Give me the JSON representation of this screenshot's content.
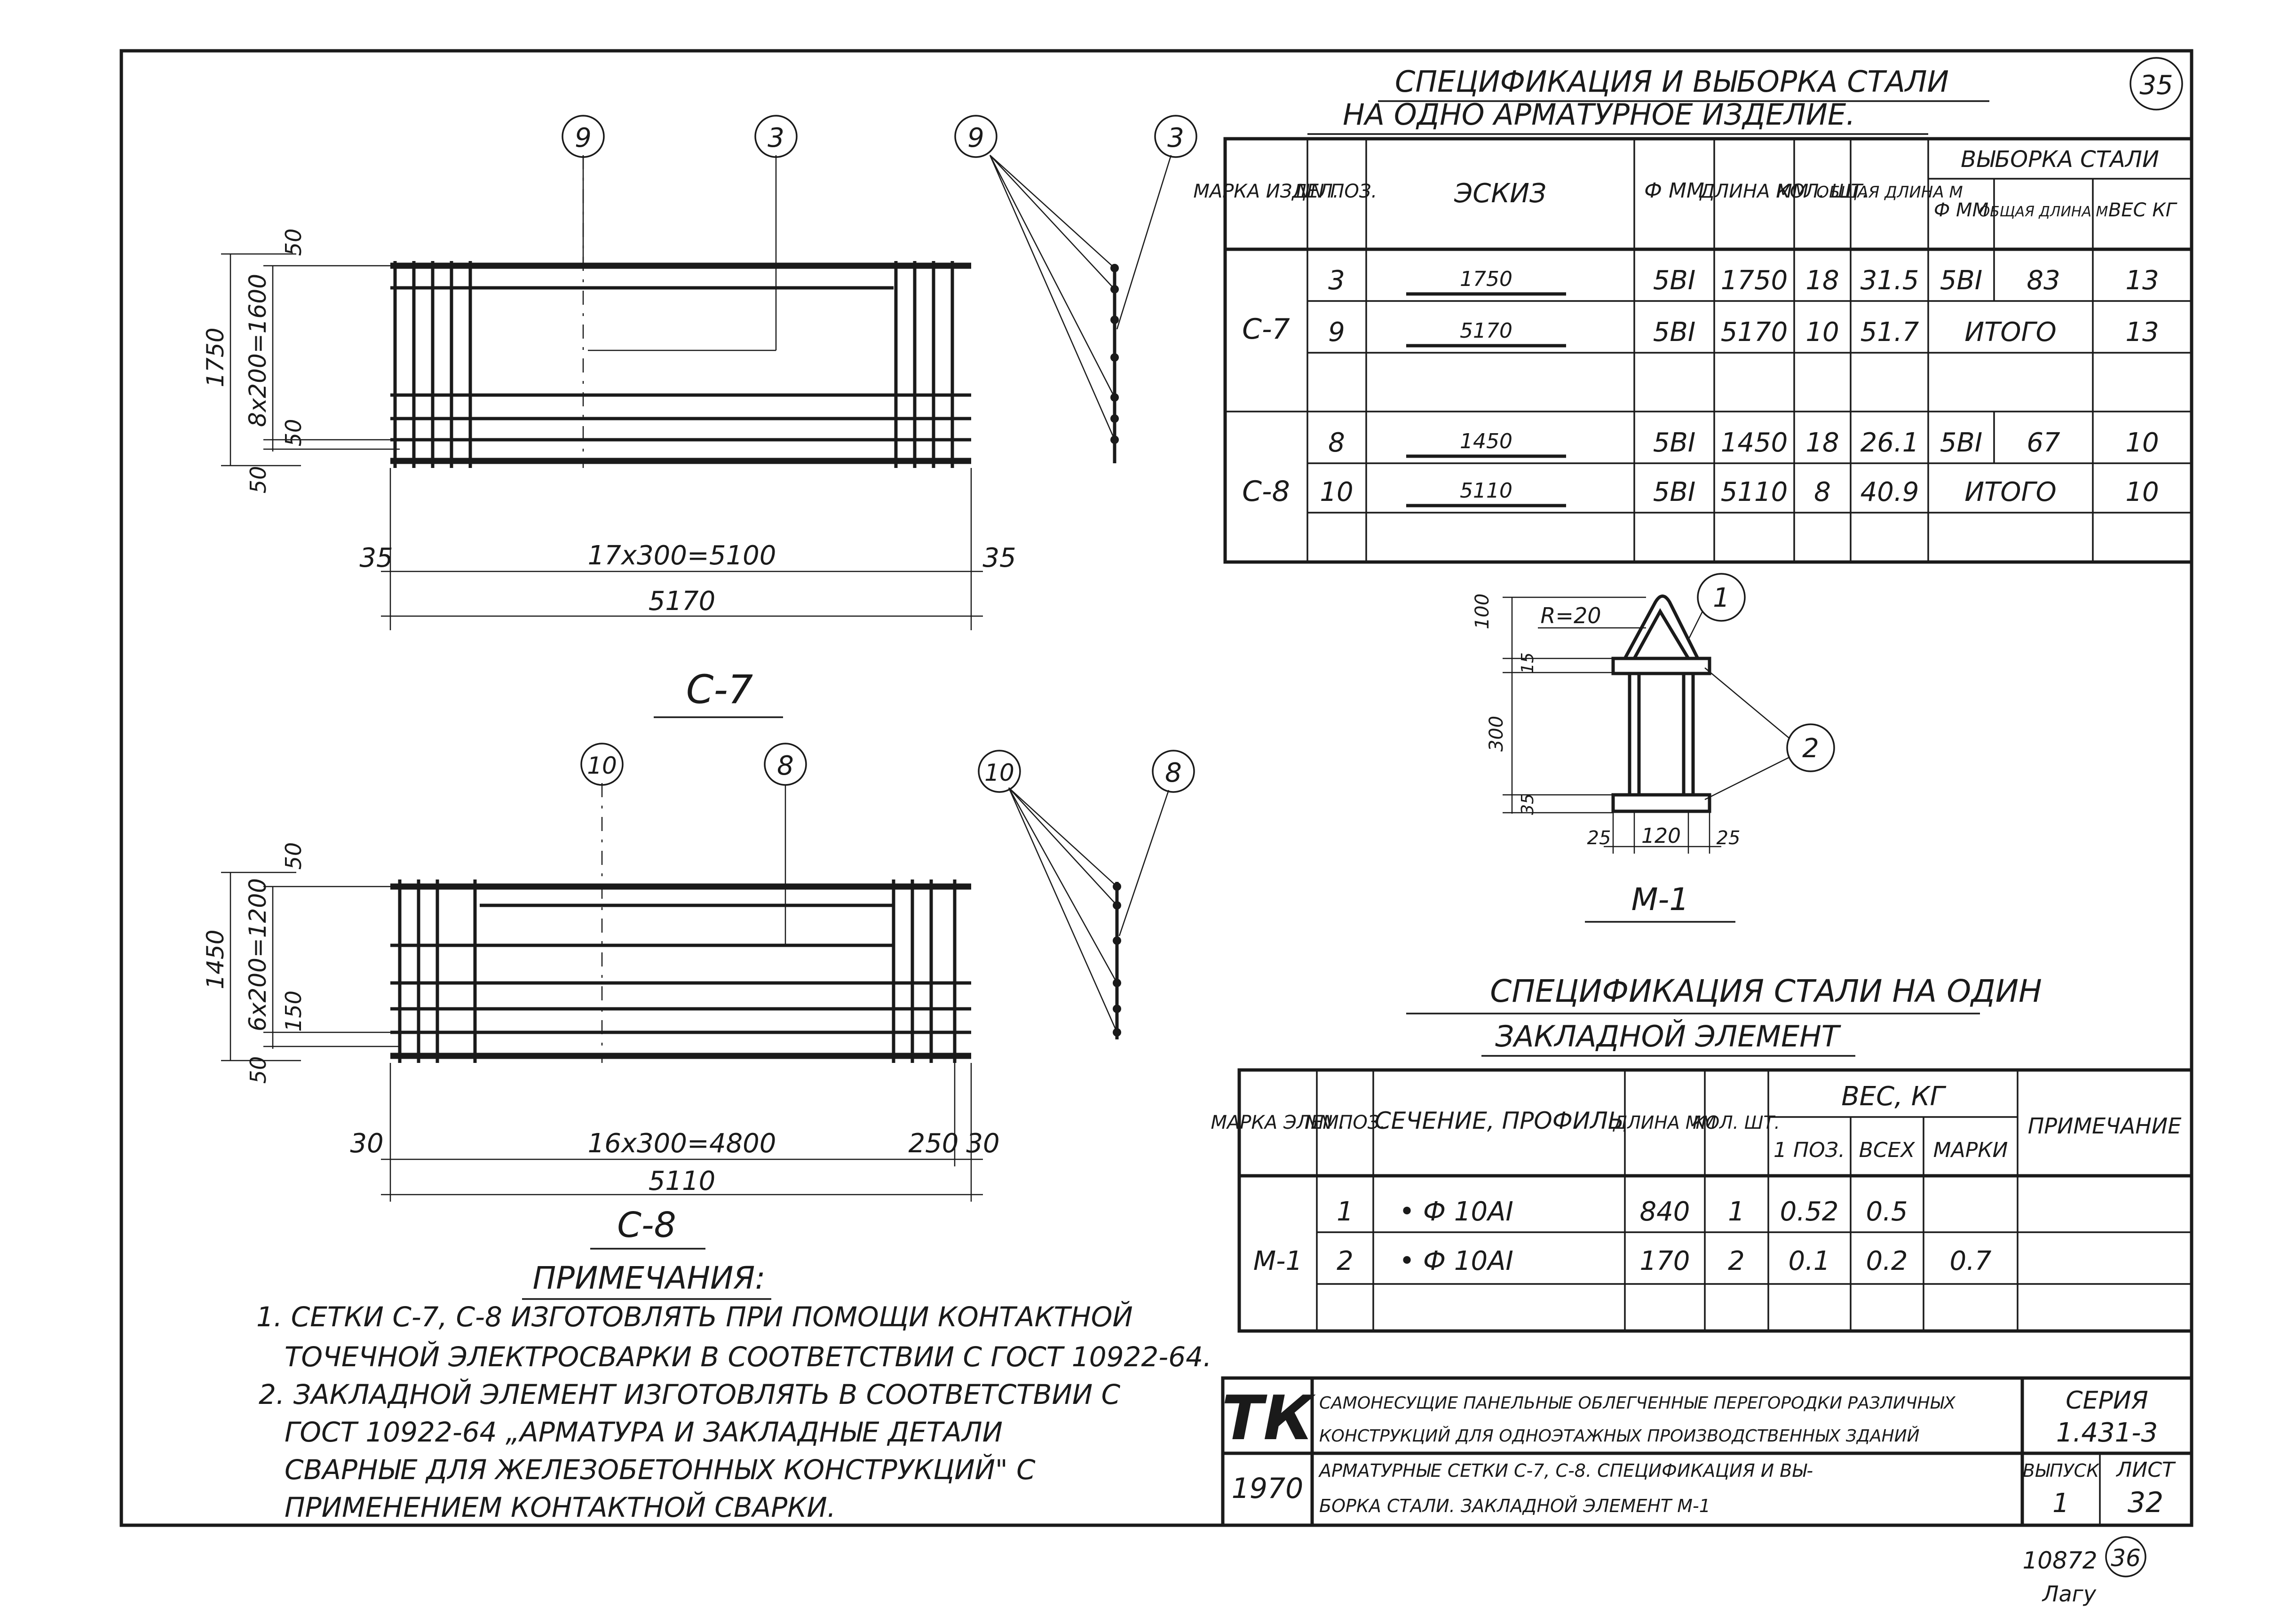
{
  "sheet": {
    "sheet_number": "35",
    "inventory_number": "10872",
    "stamp_number": "36",
    "signature": "Лагу"
  },
  "c7": {
    "title": "С-7",
    "callouts": [
      "9",
      "3",
      "9",
      "3"
    ],
    "dims": {
      "height_total": "1750",
      "spacing": "8x200=1600",
      "top_offset": "50",
      "inner_offset": "50",
      "bottom_offset": "50",
      "left_end": "35",
      "right_end": "35",
      "pitch": "17x300=5100",
      "length_total": "5170"
    }
  },
  "c8": {
    "title": "С-8",
    "callouts": [
      "10",
      "8",
      "10",
      "8"
    ],
    "dims": {
      "height_total": "1450",
      "spacing": "6x200=1200",
      "top_offset": "50",
      "inner_offset": "150",
      "bottom_offset": "50",
      "left_end": "30",
      "pitch": "16x300=4800",
      "right_gap": "250",
      "right_end": "30",
      "length_total": "5110"
    }
  },
  "spec_table": {
    "title_line1": "СПЕЦИФИКАЦИЯ И ВЫБОРКА СТАЛИ",
    "title_line2": "НА ОДНО АРМАТУРНОЕ ИЗДЕЛИЕ.",
    "headers": {
      "mark": "МАРКА ИЗДЕЛ.",
      "pos": "NN ПОЗ.",
      "sketch": "ЭСКИЗ",
      "dia": "Ф ММ",
      "length": "ДЛИНА ММ",
      "qty": "КОЛ. ШТ.",
      "total": "ОБЩАЯ ДЛИНА М",
      "selection": "ВЫБОРКА СТАЛИ",
      "sel_dia": "Ф ММ",
      "sel_total": "ОБЩАЯ ДЛИНА М",
      "sel_weight": "ВЕС КГ"
    },
    "groups": [
      {
        "mark": "С-7",
        "rows": [
          {
            "pos": "3",
            "sketch": "1750",
            "dia": "5ВI",
            "length": "1750",
            "qty": "18",
            "total": "31.5",
            "sel_dia": "5ВI",
            "sel_total": "83",
            "sel_weight": "13"
          },
          {
            "pos": "9",
            "sketch": "5170",
            "dia": "5ВI",
            "length": "5170",
            "qty": "10",
            "total": "51.7",
            "sel_itogo": "ИТОГО",
            "sel_weight": "13"
          }
        ]
      },
      {
        "mark": "С-8",
        "rows": [
          {
            "pos": "8",
            "sketch": "1450",
            "dia": "5ВI",
            "length": "1450",
            "qty": "18",
            "total": "26.1",
            "sel_dia": "5ВI",
            "sel_total": "67",
            "sel_weight": "10"
          },
          {
            "pos": "10",
            "sketch": "5110",
            "dia": "5ВI",
            "length": "5110",
            "qty": "8",
            "total": "40.9",
            "sel_itogo": "ИТОГО",
            "sel_weight": "10"
          }
        ]
      }
    ]
  },
  "m1": {
    "title": "М-1",
    "callouts": [
      "1",
      "2"
    ],
    "dims": {
      "top": "100",
      "radius": "R=20",
      "upper": "15",
      "height": "300",
      "lower": "35",
      "left": "25",
      "mid": "120",
      "right": "25"
    }
  },
  "spec2": {
    "title_line1": "СПЕЦИФИКАЦИЯ СТАЛИ НА ОДИН",
    "title_line2": "ЗАКЛАДНОЙ ЭЛЕМЕНТ",
    "headers": {
      "mark": "МАРКА ЭЛЕМ.",
      "pos": "NN ПОЗ.",
      "section": "СЕЧЕНИЕ, ПРОФИЛЬ",
      "length": "ДЛИНА ММ",
      "qty": "КОЛ. ШТ.",
      "weight": "ВЕС, КГ",
      "w_pos": "1 ПОЗ.",
      "w_all": "ВСЕХ",
      "w_mark": "МАРКИ",
      "note": "ПРИМЕЧАНИЕ"
    },
    "mark": "М-1",
    "rows": [
      {
        "pos": "1",
        "section": "• Ф 10АI",
        "length": "840",
        "qty": "1",
        "w_pos": "0.52",
        "w_all": "0.5"
      },
      {
        "pos": "2",
        "section": "• Ф 10АI",
        "length": "170",
        "qty": "2",
        "w_pos": "0.1",
        "w_all": "0.2"
      }
    ],
    "w_mark_total": "0.7"
  },
  "notes": {
    "title": "ПРИМЕЧАНИЯ:",
    "items": [
      "1. СЕТКИ С-7, С-8 ИЗГОТОВЛЯТЬ ПРИ ПОМОЩИ КОНТАКТНОЙ",
      "ТОЧЕЧНОЙ ЭЛЕКТРОСВАРКИ В СООТВЕТСТВИИ С ГОСТ 10922-64.",
      "2. ЗАКЛАДНОЙ ЭЛЕМЕНТ ИЗГОТОВЛЯТЬ В СООТВЕТСТВИИ С",
      "ГОСТ 10922-64 „АРМАТУРА И ЗАКЛАДНЫЕ ДЕТАЛИ",
      "СВАРНЫЕ ДЛЯ ЖЕЛЕЗОБЕТОННЫХ КОНСТРУКЦИЙ\" С",
      "ПРИМЕНЕНИЕМ КОНТАКТНОЙ СВАРКИ."
    ]
  },
  "title_block": {
    "logo": "ТК",
    "year": "1970",
    "desc_line1": "САМОНЕСУЩИЕ ПАНЕЛЬНЫЕ ОБЛЕГЧЕННЫЕ ПЕРЕГОРОДКИ РАЗЛИЧНЫХ",
    "desc_line2": "КОНСТРУКЦИЙ ДЛЯ ОДНОЭТАЖНЫХ ПРОИЗВОДСТВЕННЫХ ЗДАНИЙ",
    "sheet_line1": "АРМАТУРНЫЕ СЕТКИ С-7, С-8. СПЕЦИФИКАЦИЯ И ВЫ-",
    "sheet_line2": "БОРКА СТАЛИ. ЗАКЛАДНОЙ ЭЛЕМЕНТ М-1",
    "series_label": "СЕРИЯ",
    "series_value": "1.431-3",
    "issue_label": "ВЫПУСК",
    "issue_value": "1",
    "sheet_label": "ЛИСТ",
    "sheet_value": "32"
  }
}
